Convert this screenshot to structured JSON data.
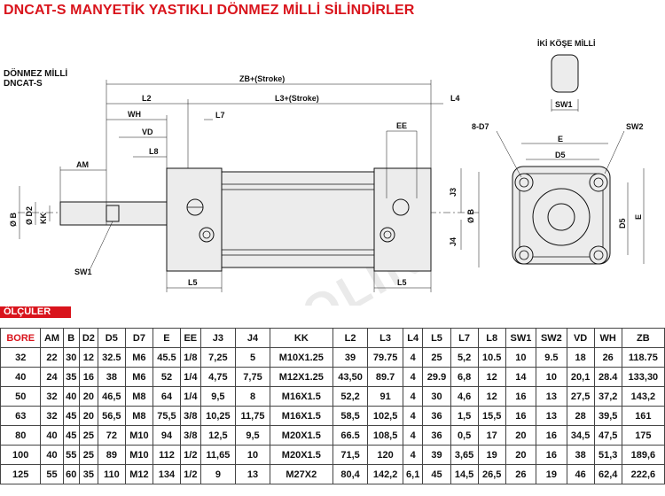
{
  "page": {
    "title": "DNCAT-S MANYETİK YASTIKLI DÖNMEZ MİLLİ SİLİNDİRLER",
    "subtitle_line1": "DÖNMEZ MİLLİ",
    "subtitle_line2": "DNCAT-S",
    "right_view_label": "İKİ KÖŞE MİLLİ",
    "section_label": "ÖLÇÜLER",
    "watermark": "ARGA HİDROLİK"
  },
  "drawing_labels": {
    "zb": "ZB+(Stroke)",
    "l3": "L3+(Stroke)",
    "l2": "L2",
    "l4": "L4",
    "wh": "WH",
    "l7": "L7",
    "vd": "VD",
    "l8": "L8",
    "am": "AM",
    "ee": "EE",
    "j3": "J3",
    "j4": "J4",
    "b_left": "Ø B",
    "d2": "Ø D2",
    "kk": "KK",
    "b_right": "Ø B",
    "sw1": "SW1",
    "l5a": "L5",
    "l5b": "L5",
    "d7": "8-D7",
    "sw2": "SW2",
    "e_top": "E",
    "d5_top": "D5",
    "d5_side": "D5",
    "e_side": "E",
    "sw1_top": "SW1"
  },
  "table": {
    "headers": [
      "BORE",
      "AM",
      "B",
      "D2",
      "D5",
      "D7",
      "E",
      "EE",
      "J3",
      "J4",
      "KK",
      "L2",
      "L3",
      "L4",
      "L5",
      "L7",
      "L8",
      "SW1",
      "SW2",
      "VD",
      "WH",
      "ZB"
    ],
    "rows": [
      [
        "32",
        "22",
        "30",
        "12",
        "32.5",
        "M6",
        "45.5",
        "1/8",
        "7,25",
        "5",
        "M10X1.25",
        "39",
        "79.75",
        "4",
        "25",
        "5,2",
        "10.5",
        "10",
        "9.5",
        "18",
        "26",
        "118.75"
      ],
      [
        "40",
        "24",
        "35",
        "16",
        "38",
        "M6",
        "52",
        "1/4",
        "4,75",
        "7,75",
        "M12X1.25",
        "43,50",
        "89.7",
        "4",
        "29.9",
        "6,8",
        "12",
        "14",
        "10",
        "20,1",
        "28.4",
        "133,30"
      ],
      [
        "50",
        "32",
        "40",
        "20",
        "46,5",
        "M8",
        "64",
        "1/4",
        "9,5",
        "8",
        "M16X1.5",
        "52,2",
        "91",
        "4",
        "30",
        "4,6",
        "12",
        "16",
        "13",
        "27,5",
        "37,2",
        "143,2"
      ],
      [
        "63",
        "32",
        "45",
        "20",
        "56,5",
        "M8",
        "75,5",
        "3/8",
        "10,25",
        "11,75",
        "M16X1.5",
        "58,5",
        "102,5",
        "4",
        "36",
        "1,5",
        "15,5",
        "16",
        "13",
        "28",
        "39,5",
        "161"
      ],
      [
        "80",
        "40",
        "45",
        "25",
        "72",
        "M10",
        "94",
        "3/8",
        "12,5",
        "9,5",
        "M20X1.5",
        "66.5",
        "108,5",
        "4",
        "36",
        "0,5",
        "17",
        "20",
        "16",
        "34,5",
        "47,5",
        "175"
      ],
      [
        "100",
        "40",
        "55",
        "25",
        "89",
        "M10",
        "112",
        "1/2",
        "11,65",
        "10",
        "M20X1.5",
        "71,5",
        "120",
        "4",
        "39",
        "3,65",
        "19",
        "20",
        "16",
        "38",
        "51,3",
        "189,6"
      ],
      [
        "125",
        "55",
        "60",
        "35",
        "110",
        "M12",
        "134",
        "1/2",
        "9",
        "13",
        "M27X2",
        "80,4",
        "142,2",
        "6,1",
        "45",
        "14,5",
        "26,5",
        "26",
        "19",
        "46",
        "62,4",
        "222,6"
      ]
    ]
  },
  "colors": {
    "accent": "#d9141c"
  }
}
